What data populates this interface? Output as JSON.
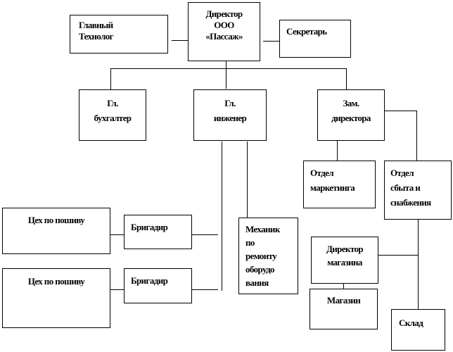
{
  "nodes": {
    "chief_technologist": "Главный\nТехнолог",
    "director": "Директор\nООО\n«Пассаж»",
    "secretary": "Секретарь",
    "chief_accountant": "Гл.\nбухгалтер",
    "chief_engineer": "Гл.\nинженер",
    "deputy_director": "Зам.\nдиректора",
    "marketing_dept": "Отдел\nмаркетинга",
    "sales_supply_dept": "Отдел\nсбыта и\nснабжения",
    "sewing_shop_1": "Цех по пошиву",
    "foreman_1": "Бригадир",
    "sewing_shop_2": "Цех по пошиву",
    "foreman_2": "Бригадир",
    "repair_mechanic": "Механик\nпо\nремонту\nоборудо\nвания",
    "store_director": "Директор\nмагазина",
    "store": "Магазин",
    "warehouse": "Склад"
  }
}
